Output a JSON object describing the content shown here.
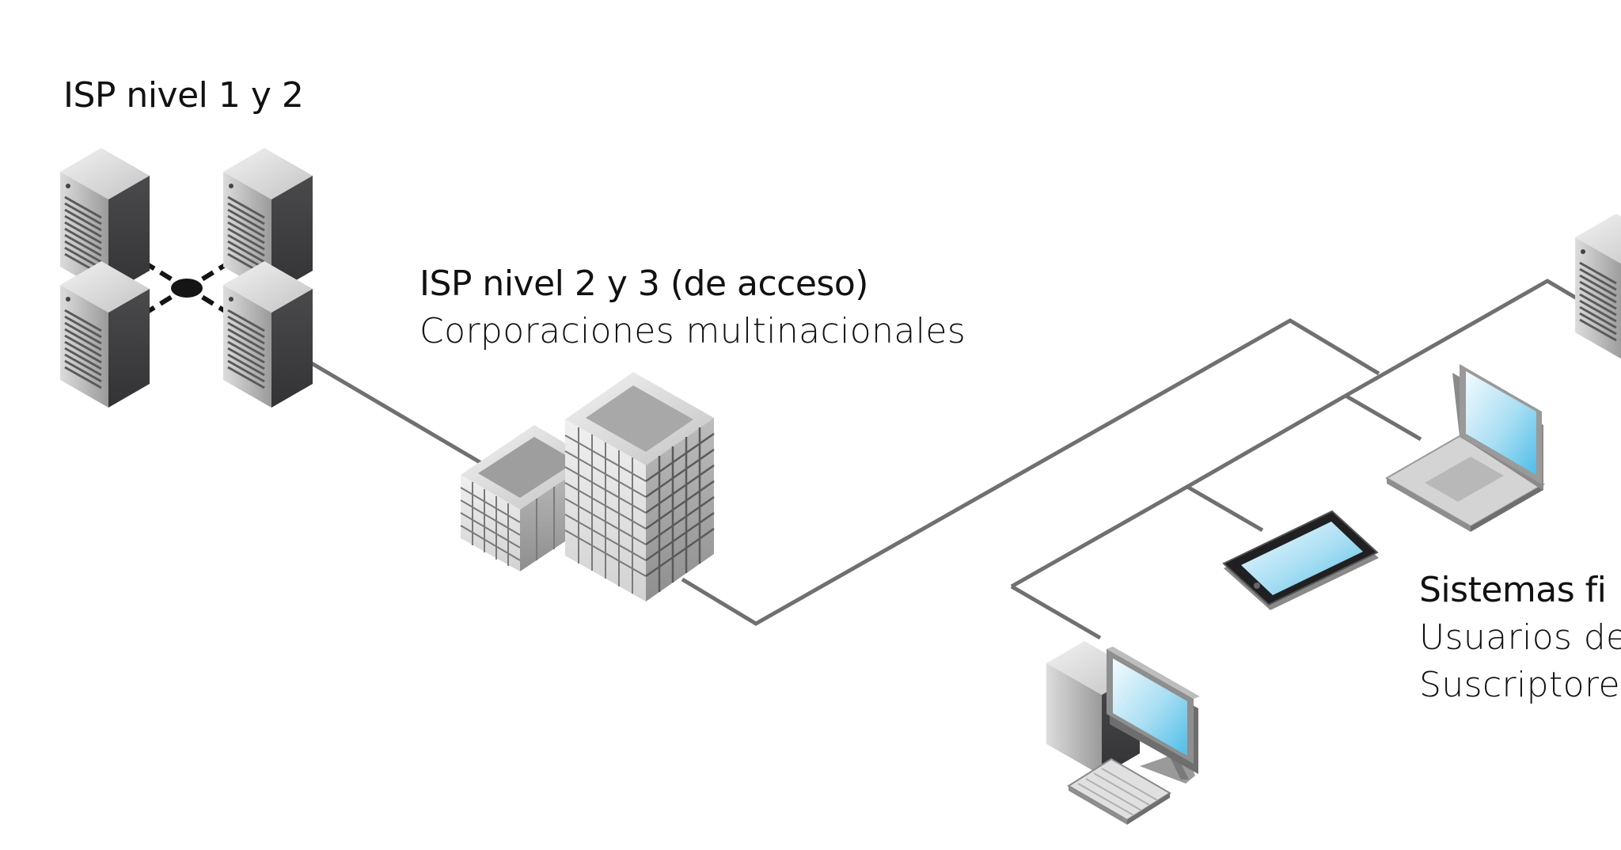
{
  "labels": {
    "tier1": "ISP nivel 1 y 2",
    "access_title": "ISP nivel 2 y 3 (de acceso)",
    "access_subtitle": "Corporaciones multinacionales",
    "end_title": "Sistemas fi",
    "end_line1": "Usuarios de",
    "end_line2": "Suscriptore"
  },
  "icons": [
    "server-icon",
    "building-icon",
    "laptop-icon",
    "tablet-icon",
    "desktop-computer-icon"
  ],
  "colors": {
    "link": "#707070",
    "server_dark": "#3e3e40",
    "server_light": "#b5b5b5",
    "screen": "#7fcfee",
    "text": "#111111"
  }
}
